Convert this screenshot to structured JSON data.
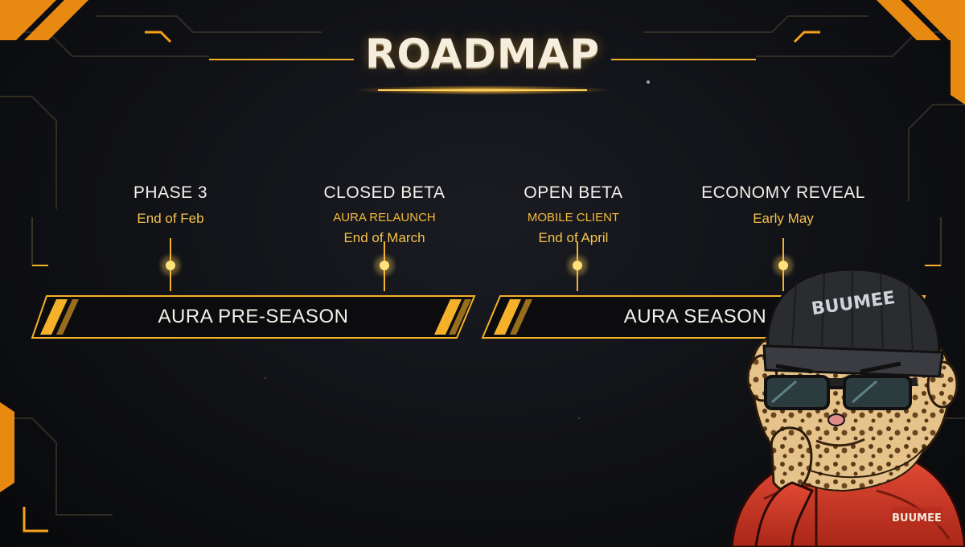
{
  "title": "ROADMAP",
  "milestones": [
    {
      "title": "PHASE 3",
      "subtitle": "",
      "date": "End of Feb"
    },
    {
      "title": "CLOSED BETA",
      "subtitle": "AURA RELAUNCH",
      "date": "End of March"
    },
    {
      "title": "OPEN BETA",
      "subtitle": "MOBILE CLIENT",
      "date": "End of April"
    },
    {
      "title": "ECONOMY REVEAL",
      "subtitle": "",
      "date": "Early May"
    }
  ],
  "seasons": [
    {
      "label": "AURA PRE-SEASON"
    },
    {
      "label": "AURA SEASON 1"
    }
  ],
  "mascot": {
    "hat_text": "BUUMEE",
    "jacket_text": "BUUMEE"
  },
  "colors": {
    "accent": "#f6b12a",
    "glow": "#ffd25a",
    "text": "#f4f1ea",
    "background": "#101115",
    "jacket": "#d9402e"
  }
}
